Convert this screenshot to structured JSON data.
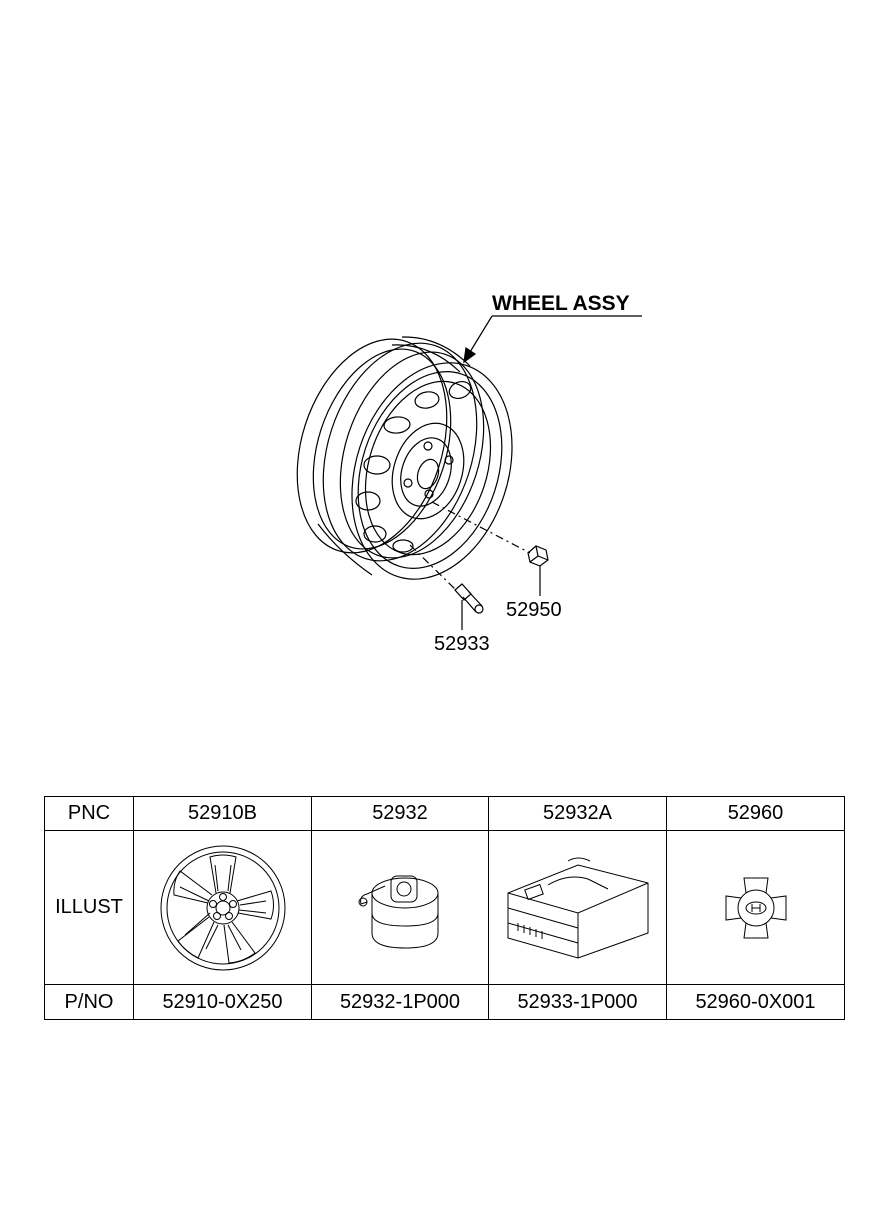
{
  "diagram": {
    "title": "WHEEL ASSY",
    "callouts": {
      "valve": "52933",
      "nut": "52950"
    }
  },
  "table": {
    "row_labels": {
      "pnc": "PNC",
      "illust": "ILLUST",
      "pno": "P/NO"
    },
    "columns": [
      {
        "pnc": "52910B",
        "illust": "alloy-wheel-icon",
        "pno": "52910-0X250"
      },
      {
        "pnc": "52932",
        "illust": "tire-pressure-sensor-icon",
        "pno": "52932-1P000"
      },
      {
        "pnc": "52932A",
        "illust": "tire-mobility-kit-icon",
        "pno": "52933-1P000"
      },
      {
        "pnc": "52960",
        "illust": "wheel-hub-cap-icon",
        "pno": "52960-0X001"
      }
    ]
  }
}
